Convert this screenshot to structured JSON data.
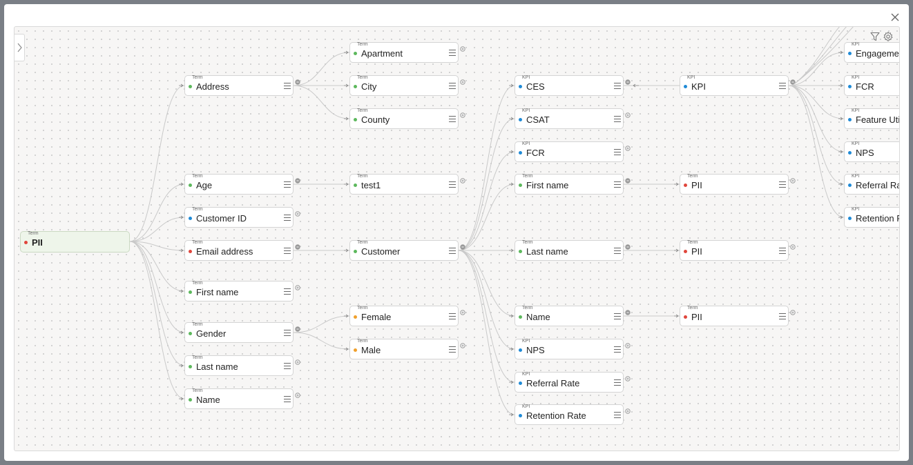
{
  "colors": {
    "term": "#5cb85c",
    "kpi": "#1f8ad6",
    "pii": "#e0463c",
    "value": "#f0a02c",
    "root_bg": "#eef5ea"
  },
  "icons": {
    "close": "close-icon",
    "sidebar": "chevron-right-icon",
    "filter": "filter-icon",
    "settings": "gear-icon",
    "node_menu": "menu-icon"
  },
  "graph": {
    "nodes": [
      {
        "id": "root-pii",
        "type": "Term",
        "label": "PII",
        "dot": "pii"
      },
      {
        "id": "address",
        "type": "Term",
        "label": "Address",
        "dot": "term"
      },
      {
        "id": "age",
        "type": "Term",
        "label": "Age",
        "dot": "term"
      },
      {
        "id": "customer-id",
        "type": "Term",
        "label": "Customer ID",
        "dot": "kpi"
      },
      {
        "id": "email-address",
        "type": "Term",
        "label": "Email address",
        "dot": "pii"
      },
      {
        "id": "first-name-1",
        "type": "Term",
        "label": "First name",
        "dot": "term"
      },
      {
        "id": "gender",
        "type": "Term",
        "label": "Gender",
        "dot": "term"
      },
      {
        "id": "last-name-1",
        "type": "Term",
        "label": "Last name",
        "dot": "term"
      },
      {
        "id": "name-1",
        "type": "Term",
        "label": "Name",
        "dot": "term"
      },
      {
        "id": "apartment",
        "type": "Term",
        "label": "Apartment",
        "dot": "term"
      },
      {
        "id": "city",
        "type": "Term",
        "label": "City",
        "dot": "term"
      },
      {
        "id": "county",
        "type": "Term",
        "label": "County",
        "dot": "term"
      },
      {
        "id": "test1",
        "type": "Term",
        "label": "test1",
        "dot": "term"
      },
      {
        "id": "customer",
        "type": "Term",
        "label": "Customer",
        "dot": "term"
      },
      {
        "id": "female",
        "type": "Term",
        "label": "Female",
        "dot": "value"
      },
      {
        "id": "male",
        "type": "Term",
        "label": "Male",
        "dot": "value"
      },
      {
        "id": "ces",
        "type": "KPI",
        "label": "CES",
        "dot": "kpi"
      },
      {
        "id": "csat",
        "type": "KPI",
        "label": "CSAT",
        "dot": "kpi"
      },
      {
        "id": "fcr-1",
        "type": "KPI",
        "label": "FCR",
        "dot": "kpi"
      },
      {
        "id": "first-name-2",
        "type": "Term",
        "label": "First name",
        "dot": "term"
      },
      {
        "id": "last-name-2",
        "type": "Term",
        "label": "Last name",
        "dot": "term"
      },
      {
        "id": "name-2",
        "type": "Term",
        "label": "Name",
        "dot": "term"
      },
      {
        "id": "nps-1",
        "type": "KPI",
        "label": "NPS",
        "dot": "kpi"
      },
      {
        "id": "referral-rate-1",
        "type": "KPI",
        "label": "Referral Rate",
        "dot": "kpi"
      },
      {
        "id": "retention-rate-1",
        "type": "KPI",
        "label": "Retention Rate",
        "dot": "kpi"
      },
      {
        "id": "kpi",
        "type": "KPI",
        "label": "KPI",
        "dot": "kpi"
      },
      {
        "id": "pii-2",
        "type": "Term",
        "label": "PII",
        "dot": "pii"
      },
      {
        "id": "pii-3",
        "type": "Term",
        "label": "PII",
        "dot": "pii"
      },
      {
        "id": "pii-4",
        "type": "Term",
        "label": "PII",
        "dot": "pii"
      },
      {
        "id": "engagement",
        "type": "KPI",
        "label": "Engagement",
        "dot": "kpi"
      },
      {
        "id": "fcr-2",
        "type": "KPI",
        "label": "FCR",
        "dot": "kpi"
      },
      {
        "id": "feature-util",
        "type": "KPI",
        "label": "Feature Uti",
        "dot": "kpi"
      },
      {
        "id": "nps-2",
        "type": "KPI",
        "label": "NPS",
        "dot": "kpi"
      },
      {
        "id": "referral-rate-2",
        "type": "KPI",
        "label": "Referral Ra",
        "dot": "kpi"
      },
      {
        "id": "retention-rate-2",
        "type": "KPI",
        "label": "Retention R",
        "dot": "kpi"
      }
    ],
    "edges": [
      [
        "root-pii",
        "address"
      ],
      [
        "root-pii",
        "age"
      ],
      [
        "root-pii",
        "customer-id"
      ],
      [
        "root-pii",
        "email-address"
      ],
      [
        "root-pii",
        "first-name-1"
      ],
      [
        "root-pii",
        "gender"
      ],
      [
        "root-pii",
        "last-name-1"
      ],
      [
        "root-pii",
        "name-1"
      ],
      [
        "address",
        "apartment"
      ],
      [
        "address",
        "city"
      ],
      [
        "address",
        "county"
      ],
      [
        "age",
        "test1"
      ],
      [
        "email-address",
        "customer"
      ],
      [
        "gender",
        "female"
      ],
      [
        "gender",
        "male"
      ],
      [
        "customer",
        "ces"
      ],
      [
        "customer",
        "csat"
      ],
      [
        "customer",
        "fcr-1"
      ],
      [
        "customer",
        "first-name-2"
      ],
      [
        "customer",
        "last-name-2"
      ],
      [
        "customer",
        "name-2"
      ],
      [
        "customer",
        "nps-1"
      ],
      [
        "customer",
        "referral-rate-1"
      ],
      [
        "customer",
        "retention-rate-1"
      ],
      [
        "ces",
        "kpi"
      ],
      [
        "first-name-2",
        "pii-2"
      ],
      [
        "last-name-2",
        "pii-3"
      ],
      [
        "name-2",
        "pii-4"
      ],
      [
        "kpi",
        "engagement"
      ],
      [
        "kpi",
        "fcr-2"
      ],
      [
        "kpi",
        "feature-util"
      ],
      [
        "kpi",
        "nps-2"
      ],
      [
        "kpi",
        "referral-rate-2"
      ],
      [
        "kpi",
        "retention-rate-2"
      ]
    ]
  }
}
